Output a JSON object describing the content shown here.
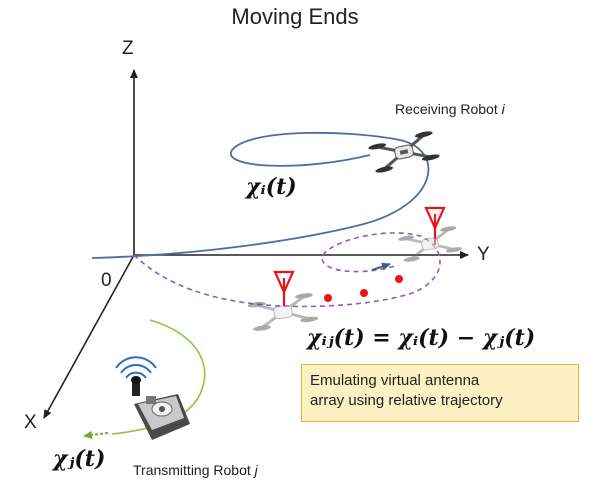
{
  "title": "Moving Ends",
  "axes": {
    "z": "Z",
    "y": "Y",
    "x": "X",
    "origin": "0"
  },
  "labels": {
    "receiving_robot": {
      "text": "Receiving Robot ",
      "index": "i"
    },
    "transmitting_robot": {
      "text": "Transmitting Robot ",
      "index": "j"
    }
  },
  "math": {
    "chi_i": "χᵢ(t)",
    "chi_j": "χⱼ(t)",
    "relative": "χᵢⱼ(t) = χᵢ(t) − χⱼ(t)"
  },
  "callout": {
    "line1": "Emulating virtual antenna",
    "line2": "array using relative trajectory"
  },
  "colors": {
    "receiver_path": "#4a6fa5",
    "relative_path": "#8e5cc2",
    "transmitter_path": "#8cc63f",
    "antenna": "#e8151b",
    "dots": "#e8151b",
    "callout_fill": "#fdf0c2",
    "callout_border": "#e8b24a"
  },
  "icons": [
    "drone-icon",
    "antenna-icon",
    "ground-robot-icon",
    "wifi-signal-icon"
  ]
}
